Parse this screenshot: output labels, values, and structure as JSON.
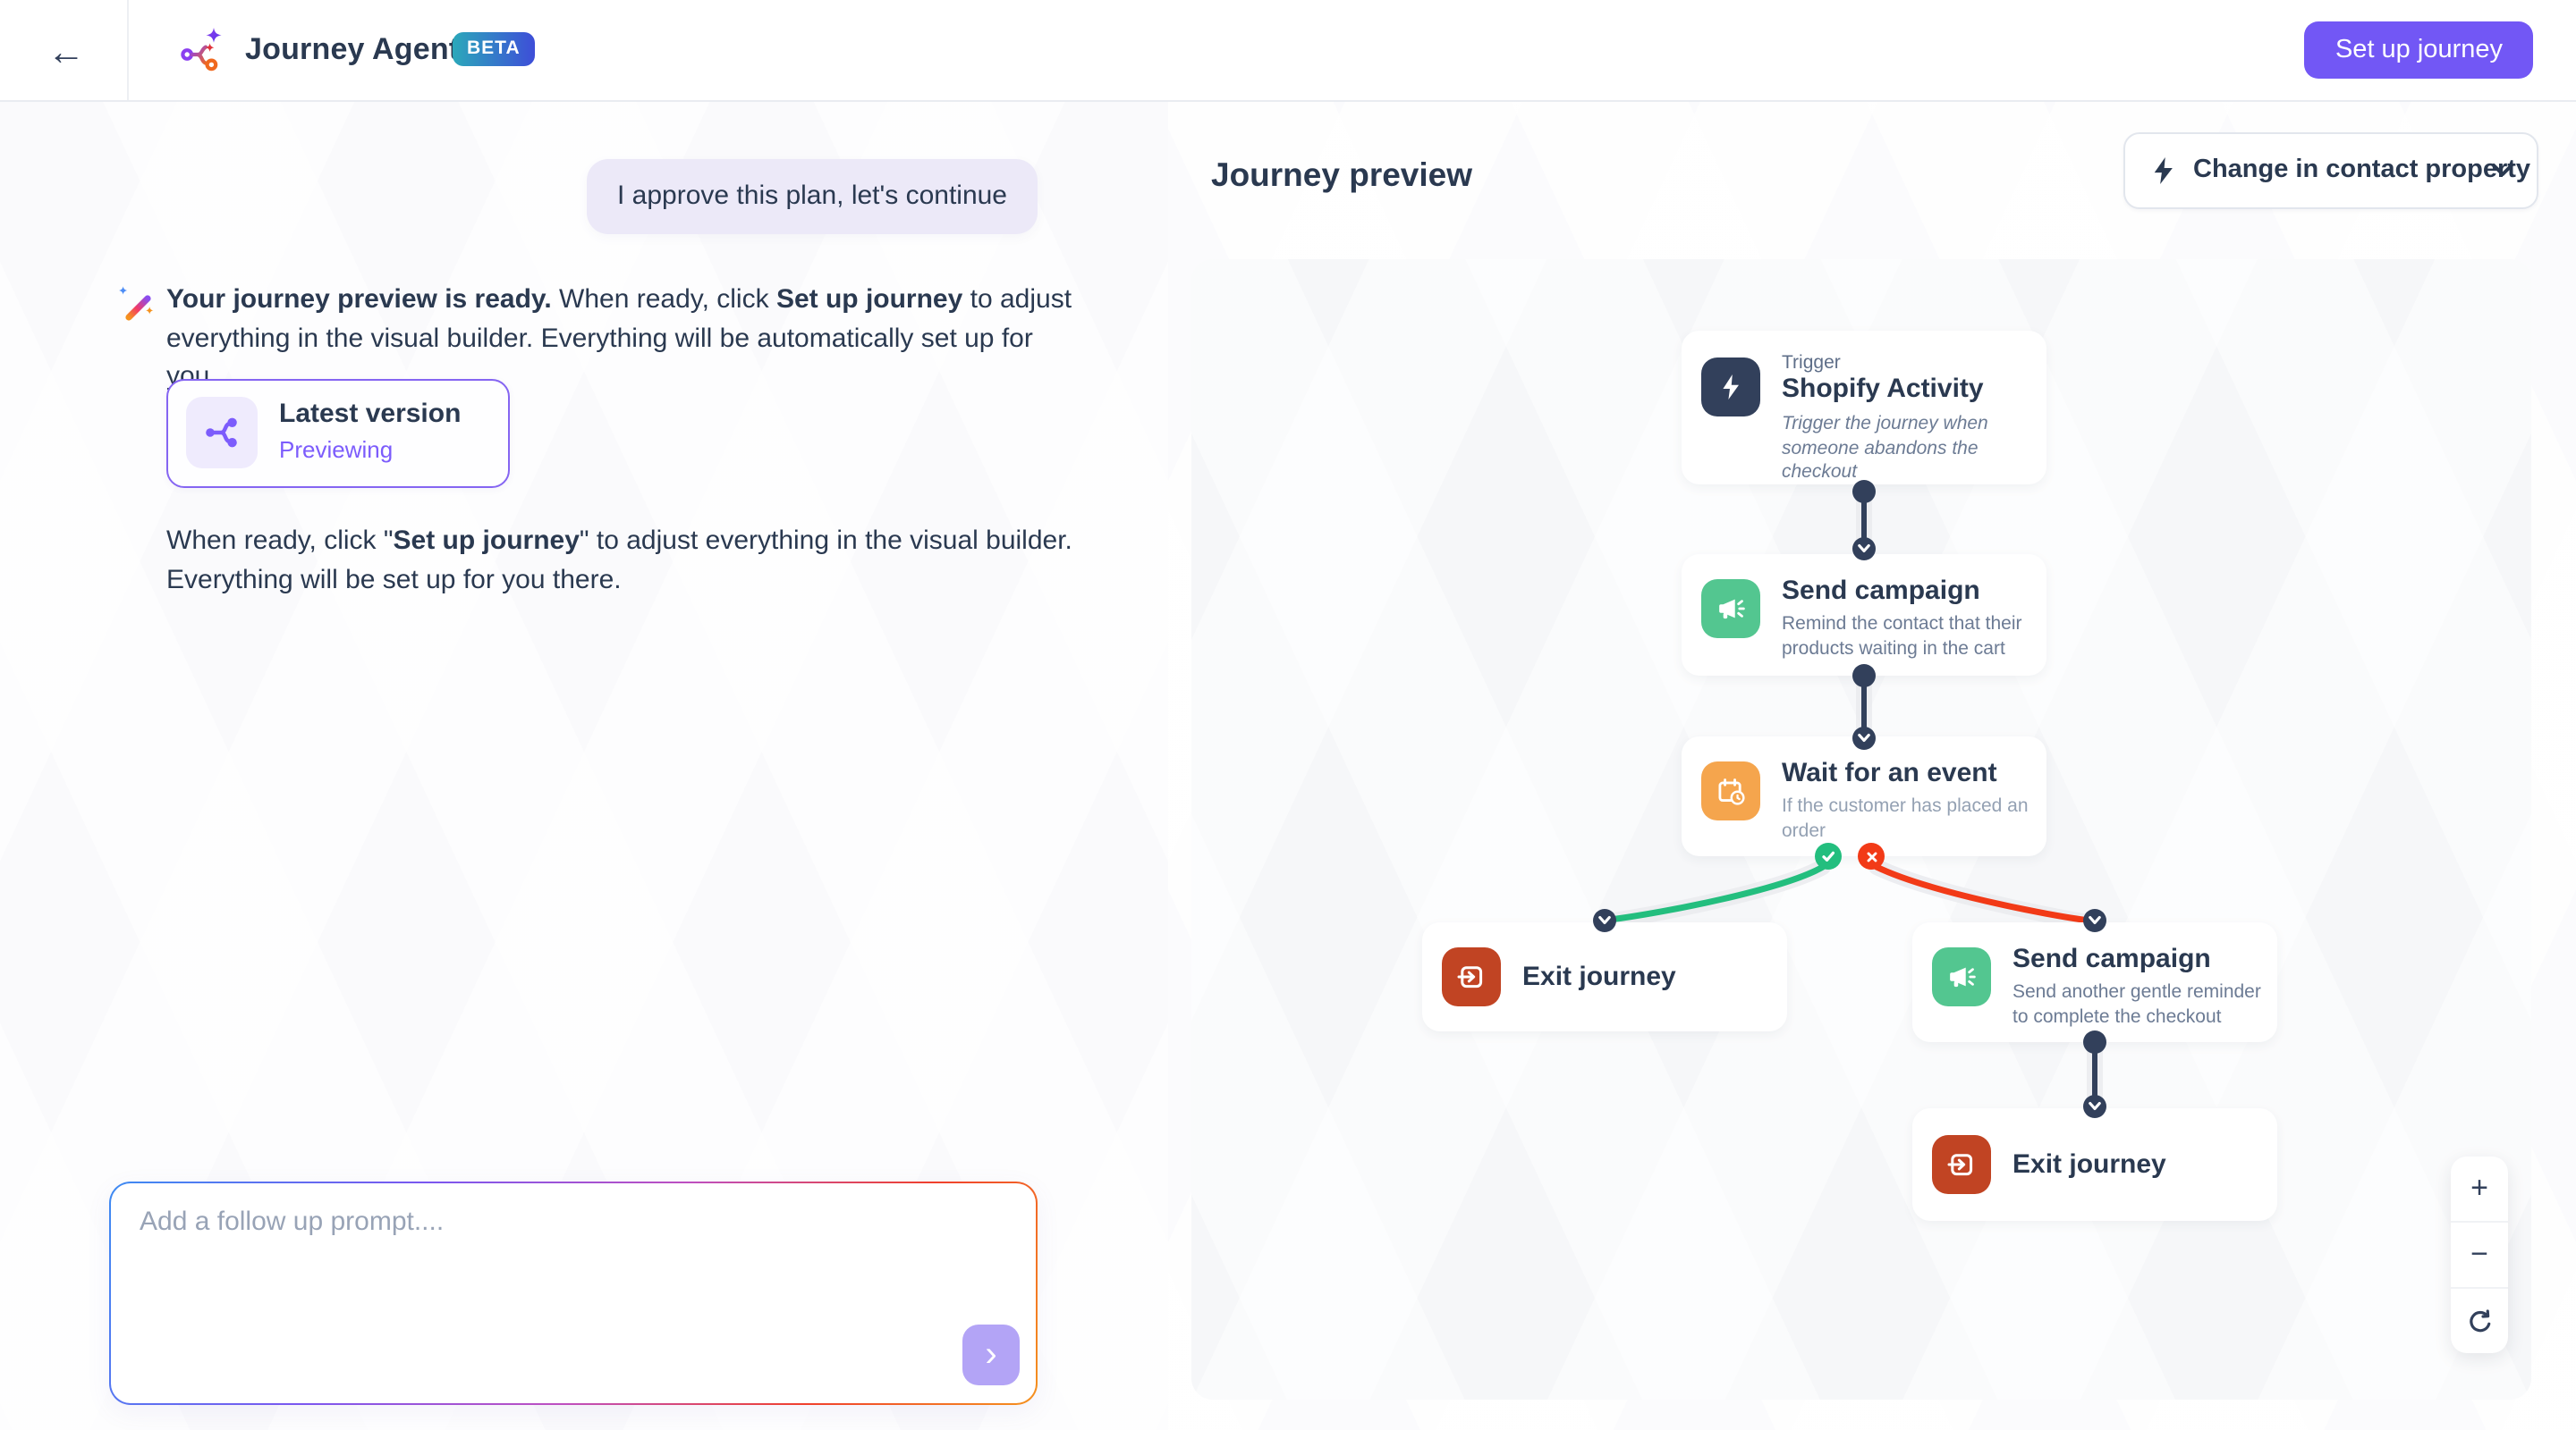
{
  "header": {
    "back_icon": "arrow-left",
    "title": "Journey Agent",
    "beta_badge": "BETA",
    "setup_button": "Set up journey"
  },
  "chat": {
    "user_message": "I approve this plan, let's continue",
    "assistant_message": {
      "bold1": "Your journey preview is ready.",
      "text1": " When ready, click ",
      "bold2": "Set up journey",
      "text2": " to adjust everything in the visual builder. Everything will be automatically set up for you."
    },
    "version_card": {
      "title": "Latest version",
      "status": "Previewing"
    },
    "followup": {
      "text1": "When ready, click \"",
      "bold": "Set up journey",
      "text2": "\" to adjust everything in the visual builder. Everything will be set up for you there."
    },
    "input": {
      "placeholder": "Add a follow up prompt....",
      "send_icon": "chevron-right"
    }
  },
  "preview": {
    "title": "Journey preview",
    "trigger_dropdown": {
      "icon": "lightning-icon",
      "label": "Change in contact property"
    },
    "nodes": [
      {
        "id": "trigger",
        "kicker": "Trigger",
        "title": "Shopify Activity",
        "description": "Trigger the journey when someone abandons the checkout",
        "icon": "lightning-icon",
        "icon_color": "#32405B"
      },
      {
        "id": "send-campaign-1",
        "title": "Send campaign",
        "description": "Remind the contact that their products waiting in the cart",
        "icon": "megaphone-icon",
        "icon_color": "#53C690"
      },
      {
        "id": "wait-for-event",
        "title": "Wait for an event",
        "description": "If the customer has placed an order",
        "icon": "calendar-clock-icon",
        "icon_color": "#F5A54D"
      },
      {
        "id": "exit-journey-1",
        "title": "Exit journey",
        "icon": "exit-icon",
        "icon_color": "#C14423"
      },
      {
        "id": "send-campaign-2",
        "title": "Send campaign",
        "description": "Send another gentle reminder to complete the checkout",
        "icon": "megaphone-icon",
        "icon_color": "#53C690"
      },
      {
        "id": "exit-journey-2",
        "title": "Exit journey",
        "icon": "exit-icon",
        "icon_color": "#C14423"
      }
    ],
    "branches": {
      "yes_color": "#23BE7E",
      "no_color": "#F23A17"
    },
    "zoom_controls": {
      "zoom_in": "+",
      "zoom_out": "−",
      "reset_icon": "refresh-icon"
    }
  },
  "colors": {
    "accent_purple": "#7257F5",
    "light_purple": "#B3A4F6",
    "navy": "#32405B",
    "green": "#53C690",
    "orange": "#F5A54D",
    "terracotta": "#C14423",
    "beta_gradient": [
      "#2BA8BA",
      "#3E4ED8"
    ]
  }
}
